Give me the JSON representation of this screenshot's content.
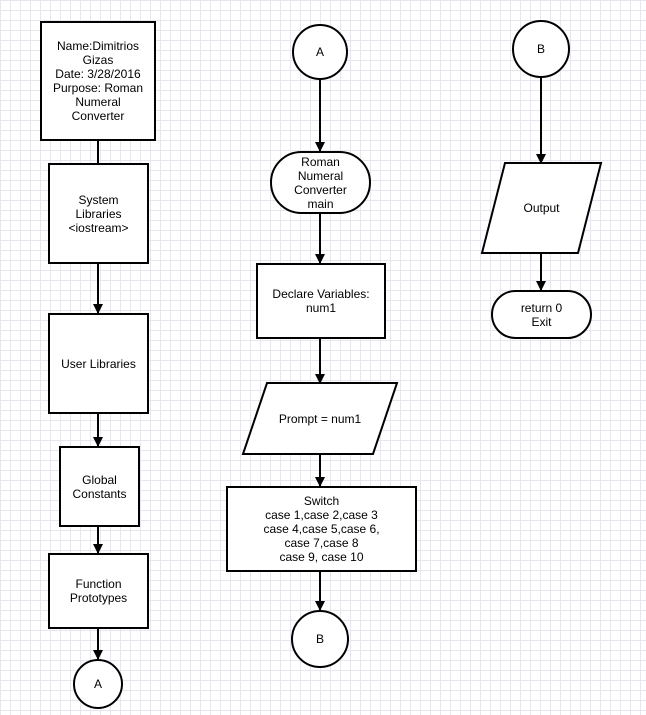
{
  "nodes": {
    "header": "Name:Dimitrios\nGizas\nDate: 3/28/2016\nPurpose: Roman\nNumeral\nConverter",
    "system_libraries": "System\nLibraries\n<iostream>",
    "user_libraries": "User Libraries",
    "global_constants": "Global\nConstants",
    "function_prototypes": "Function\nPrototypes",
    "connector_a_bottom": "A",
    "connector_a_top": "A",
    "main_terminal": "Roman\nNumeral\nConverter\nmain",
    "declare_variables": "Declare Variables:\nnum1",
    "prompt": "Prompt = num1",
    "switch": "Switch\ncase 1,case 2,case 3\ncase 4,case 5,case 6,\ncase 7,case 8\ncase 9, case 10",
    "connector_b_bottom": "B",
    "connector_b_top": "B",
    "output": "Output",
    "return_exit": "return 0\nExit"
  }
}
